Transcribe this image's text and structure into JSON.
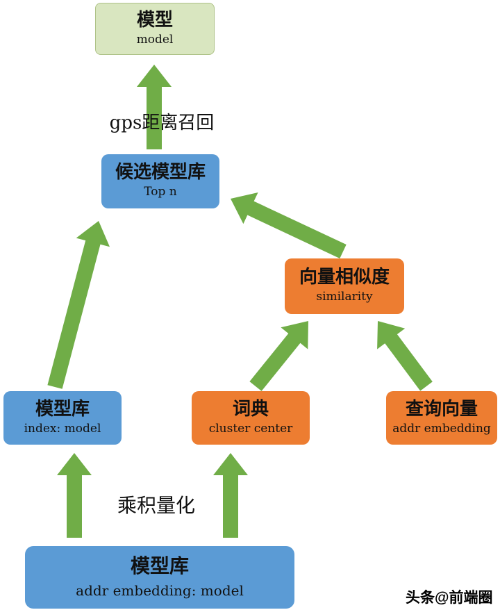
{
  "diagram": {
    "nodes": {
      "model": {
        "title": "模型",
        "subtitle": "model"
      },
      "candidate_pool": {
        "title": "候选模型库",
        "subtitle": "Top n"
      },
      "similarity": {
        "title": "向量相似度",
        "subtitle": "similarity"
      },
      "index_model": {
        "title": "模型库",
        "subtitle": "index: model"
      },
      "dictionary": {
        "title": "词典",
        "subtitle": "cluster center"
      },
      "query_vector": {
        "title": "查询向量",
        "subtitle": "addr embedding"
      },
      "model_pool": {
        "title": "模型库",
        "subtitle": "addr embedding: model"
      }
    },
    "edge_labels": {
      "gps_recall": "gps距离召回",
      "product_quantization": "乘积量化"
    },
    "watermark": "头条@前端圈",
    "colors": {
      "green_box": "#d9e6c0",
      "green_box_border": "#aec287",
      "blue_box": "#5b9bd5",
      "orange_box": "#ed7d31",
      "arrow": "#70ad47",
      "text": "#111111"
    }
  }
}
